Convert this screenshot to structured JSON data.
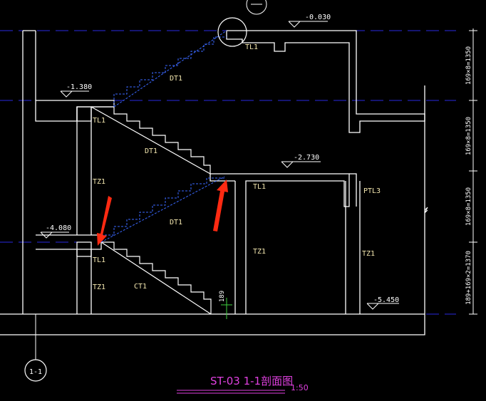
{
  "colors": {
    "background": "#000000",
    "structure": "#ffffff",
    "axis": "#2a2adf",
    "stair_dashed": "#3a68ff",
    "member_label": "#f5e8b0",
    "title": "#e040e0",
    "arrow": "#ff2a12",
    "marker_green": "#3ecf3e"
  },
  "elevations": [
    "-0.030",
    "-1.380",
    "-2.730",
    "-4.080",
    "-5.450"
  ],
  "members": {
    "tl1": "TL1",
    "dt1": "DT1",
    "tz1": "TZ1",
    "ptl3": "PTL3",
    "ct1": "CT1"
  },
  "dimensions": {
    "flight_1": "169×8=1350",
    "flight_2": "169×8=1350",
    "flight_3": "169×8=1350",
    "flight_4": "189+169×2=1370",
    "offset": "189"
  },
  "axis_label": "1-1",
  "title": {
    "text": "ST-03 1-1剖面图",
    "scale": "1:50"
  },
  "icons": [
    "red-arrow-icon",
    "circle-highlight-icon",
    "elevation-marker-icon"
  ]
}
